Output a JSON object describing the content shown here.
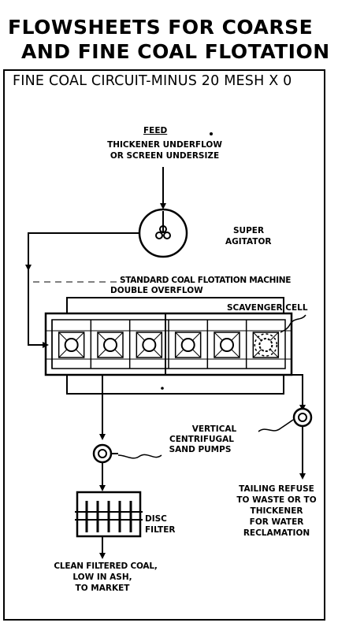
{
  "title": {
    "line1": "FLOWSHEETS FOR COARSE",
    "line2": "AND FINE COAL FLOTATION"
  },
  "subtitle": "FINE COAL CIRCUIT-MINUS 20 MESH X 0",
  "labels": {
    "feed": "FEED",
    "feed_source_1": "THICKENER UNDERFLOW",
    "feed_source_2": "OR SCREEN UNDERSIZE",
    "agitator_1": "SUPER",
    "agitator_2": "AGITATOR",
    "machine_1": "STANDARD COAL FLOTATION MACHINE",
    "machine_2": "DOUBLE OVERFLOW",
    "scavenger": "SCAVENGER CELL",
    "pumps_1": "VERTICAL",
    "pumps_2": "CENTRIFUGAL",
    "pumps_3": "SAND PUMPS",
    "filter_1": "DISC",
    "filter_2": "FILTER",
    "tailing_1": "TAILING REFUSE",
    "tailing_2": "TO WASTE OR TO",
    "tailing_3": "THICKENER",
    "tailing_4": "FOR WATER",
    "tailing_5": "RECLAMATION",
    "product_1": "CLEAN FILTERED COAL,",
    "product_2": "LOW IN ASH,",
    "product_3": "TO MARKET"
  },
  "diagram": {
    "cell_count": 6,
    "colors": {
      "ink": "#000000",
      "paper": "#ffffff"
    }
  }
}
